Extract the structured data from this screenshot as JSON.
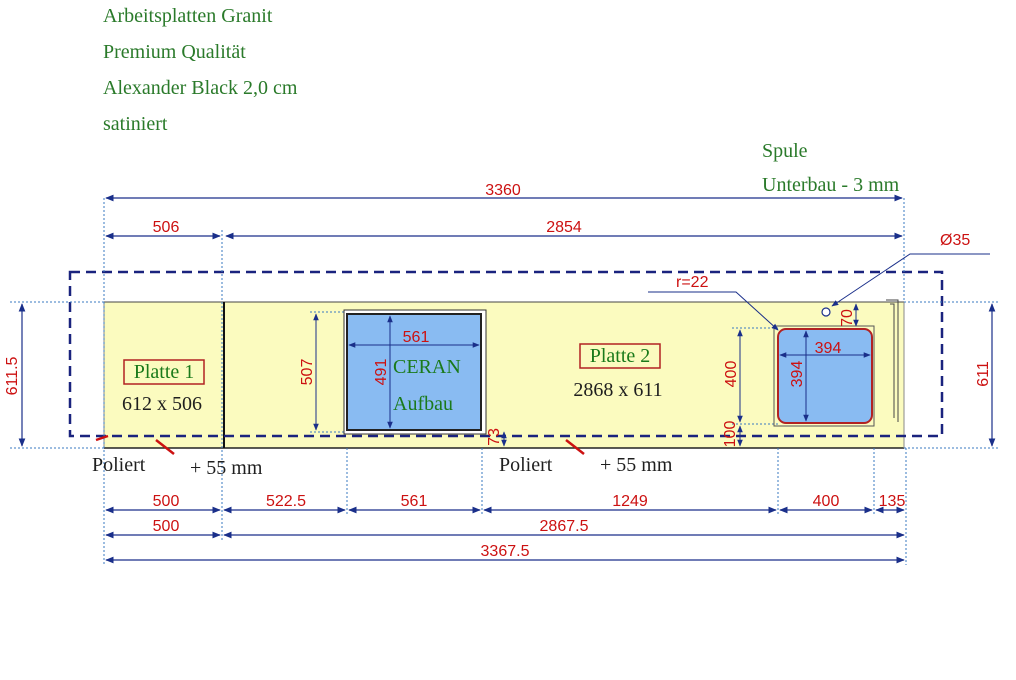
{
  "header": {
    "lines": [
      "Arbeitsplatten Granit",
      "Premium Qualität",
      "Alexander Black 2,0 cm",
      "satiniert"
    ]
  },
  "spule": {
    "title": "Spule",
    "subtitle": "Unterbau - 3 mm"
  },
  "top_dims": {
    "total": "3360",
    "left": "506",
    "right": "2854"
  },
  "annotations": {
    "hole": "Ø35",
    "radius": "r=22"
  },
  "left_height": "611.5",
  "right_height": "611",
  "platte1": {
    "name": "Platte 1",
    "size": "612 x 506",
    "edge": "Poliert",
    "edge_extra": "+ 55 mm"
  },
  "platte2": {
    "name": "Platte 2",
    "size": "2868 x 611",
    "edge": "Poliert",
    "edge_extra": "+ 55 mm"
  },
  "ceran": {
    "line1": "CERAN",
    "line2": "Aufbau",
    "width": "561",
    "height": "491",
    "outer_height": "507",
    "offset": "73"
  },
  "sink": {
    "width": "394",
    "height": "394",
    "outer_height": "400",
    "bottom": "100",
    "top_offset": "70"
  },
  "bottom_dims": {
    "row1": [
      "500",
      "522.5",
      "561",
      "1249",
      "400",
      "135"
    ],
    "row2": [
      "500",
      "2867.5"
    ],
    "row3": "3367.5"
  },
  "colors": {
    "counter": "#fbfbbf",
    "cutout": "#89bbf2",
    "dim_text": "#cc1111",
    "dim_line": "#1a2f8a",
    "label_text": "#1a7a1a",
    "dash_outline": "#1a237e"
  }
}
